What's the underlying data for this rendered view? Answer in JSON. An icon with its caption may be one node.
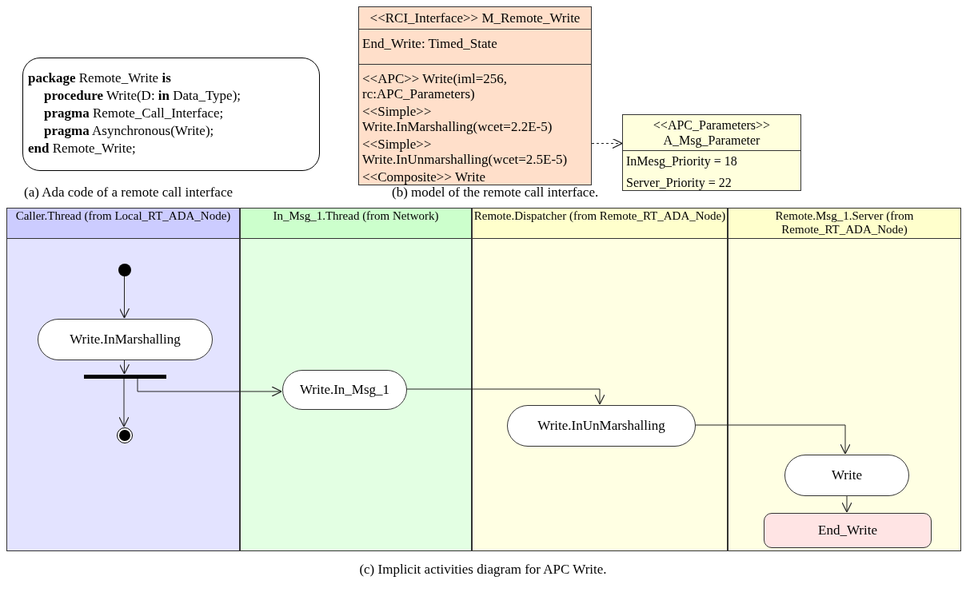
{
  "diagram": {
    "nodes": [
      {
        "text": [
          "**package** Remote_Write **is**",
          "**procedure** Write(D: **in** Data_Type);",
          "**pragma** Remote_Call_Interface;",
          "**pragma** Asynchronous(Write);",
          "**end** Remote_Write;"
        ]
      },
      {
        "text": [
          "<<RCI_Interface>> M_Remote_Write",
          "End_Write: Timed_State",
          "<<APC>> Write(iml=256, rc:APC_Parameters)",
          "<<Simple>> Write.InMarshalling(wcet=2.2E-5)",
          "<<Simple>> Write.InUnmarshalling(wcet=2.5E-5)",
          "<<Composite>> Write"
        ]
      },
      {
        "text": [
          "<<APC_Parameters>> A_Msg_Parameter",
          "InMesg_Priority = 18",
          "Server_Priority = 22"
        ]
      },
      {
        "text": [
          "Caller.Thread (from Local_RT_ADA_Node)"
        ]
      },
      {
        "text": [
          "In_Msg_1.Thread (from Network)"
        ]
      },
      {
        "text": [
          "Remote.Dispatcher (from Remote_RT_ADA_Node)"
        ]
      },
      {
        "text": [
          "Remote.Msg_1.Server (from Remote_RT_ADA_Node)"
        ]
      },
      {
        "text": [],
        "shape": "circle",
        "in": 3
      },
      {
        "text": [
          "Write.InMarshalling"
        ],
        "in": 3
      },
      {
        "text": [],
        "shape": "bar",
        "in": 3
      },
      {
        "text": [],
        "shape": "circle",
        "in": 3
      },
      {
        "text": [
          "Write.In_Msg_1"
        ],
        "in": 4
      },
      {
        "text": [
          "Write.InUnMarshalling"
        ],
        "in": 5
      },
      {
        "text": [
          "Write"
        ],
        "in": 6
      },
      {
        "text": [
          "End_Write"
        ],
        "in": 6
      }
    ],
    "edges": [
      {
        "from": 1,
        "to": 2,
        "arrow": "to",
        "style": "dashed"
      },
      {
        "from": 7,
        "to": 8,
        "arrow": "to"
      },
      {
        "from": 8,
        "to": 9,
        "arrow": "to"
      },
      {
        "from": 9,
        "to": 10,
        "arrow": "to"
      },
      {
        "from": 9,
        "to": 11,
        "arrow": "to"
      },
      {
        "from": 11,
        "to": 12,
        "arrow": "to"
      },
      {
        "from": 12,
        "to": 13,
        "arrow": "to"
      },
      {
        "from": 13,
        "to": 14,
        "arrow": "to"
      }
    ],
    "labels": [
      "(a) Ada code of a remote call interface",
      "(b) model of the remote call interface.",
      "(c) Implicit activities diagram for APC Write."
    ]
  }
}
